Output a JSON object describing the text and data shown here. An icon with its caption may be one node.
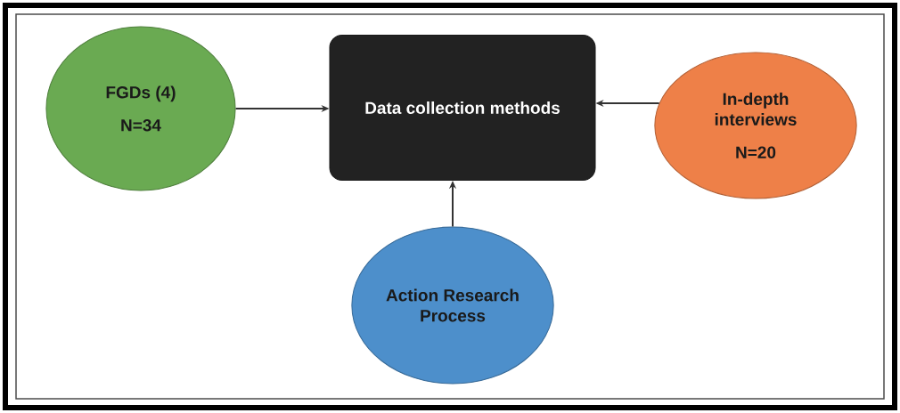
{
  "diagram": {
    "nodes": [
      {
        "text": [
          "FGDs (4)",
          "N=34"
        ]
      },
      {
        "text": [
          "Data collection methods"
        ]
      },
      {
        "text": [
          "In-depth interviews",
          "N=20"
        ]
      },
      {
        "text": [
          "Action Research Process"
        ]
      }
    ],
    "edges": [
      {
        "from": 0,
        "to": 1,
        "arrow": "to"
      },
      {
        "from": 2,
        "to": 1,
        "arrow": "to"
      },
      {
        "from": 3,
        "to": 1,
        "arrow": "to"
      }
    ]
  }
}
